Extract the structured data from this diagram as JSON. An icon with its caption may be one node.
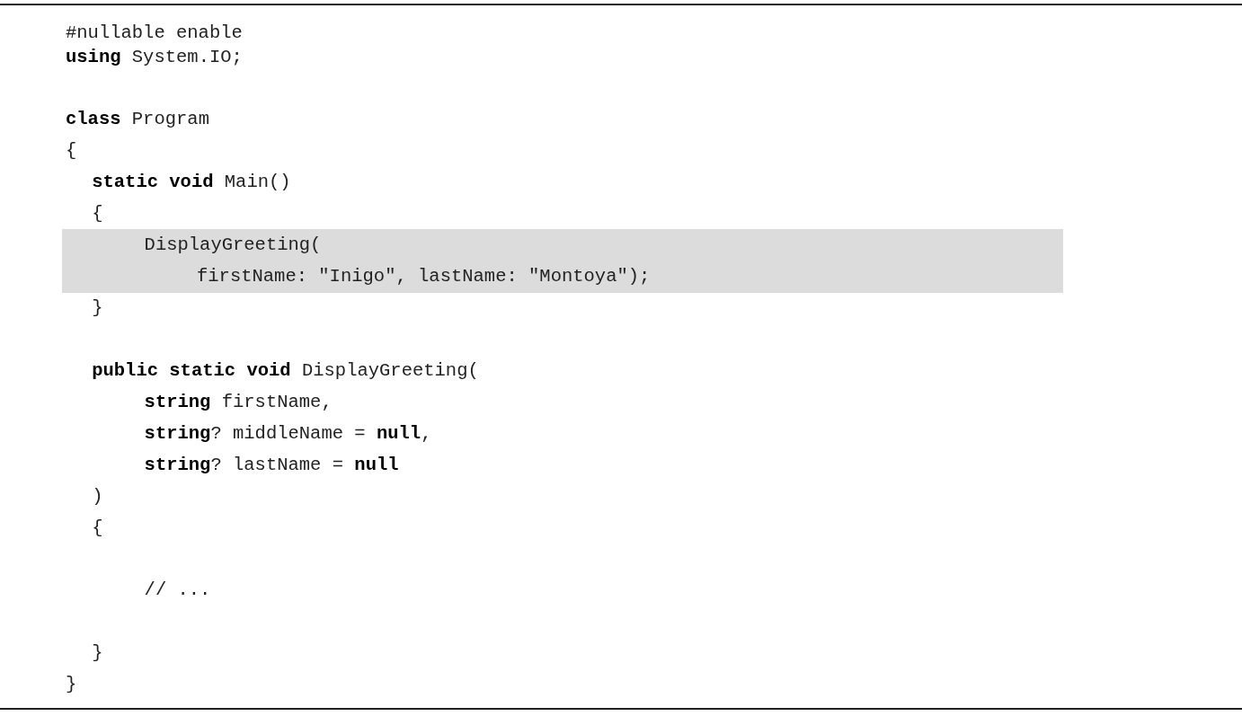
{
  "diagram": {
    "labels": [
      "#nullable enable",
      "**using** System.IO;",
      "**class** Program",
      "{",
      "**static void** Main()",
      "{",
      "DisplayGreeting(",
      "firstName: \"Inigo\", lastName: \"Montoya\");",
      "}",
      "**public static void** DisplayGreeting(",
      "**string** firstName,",
      "**string**? middleName = **null**,",
      "**string**? lastName = **null**",
      ")",
      "{",
      "// ...",
      "}",
      "}"
    ]
  }
}
